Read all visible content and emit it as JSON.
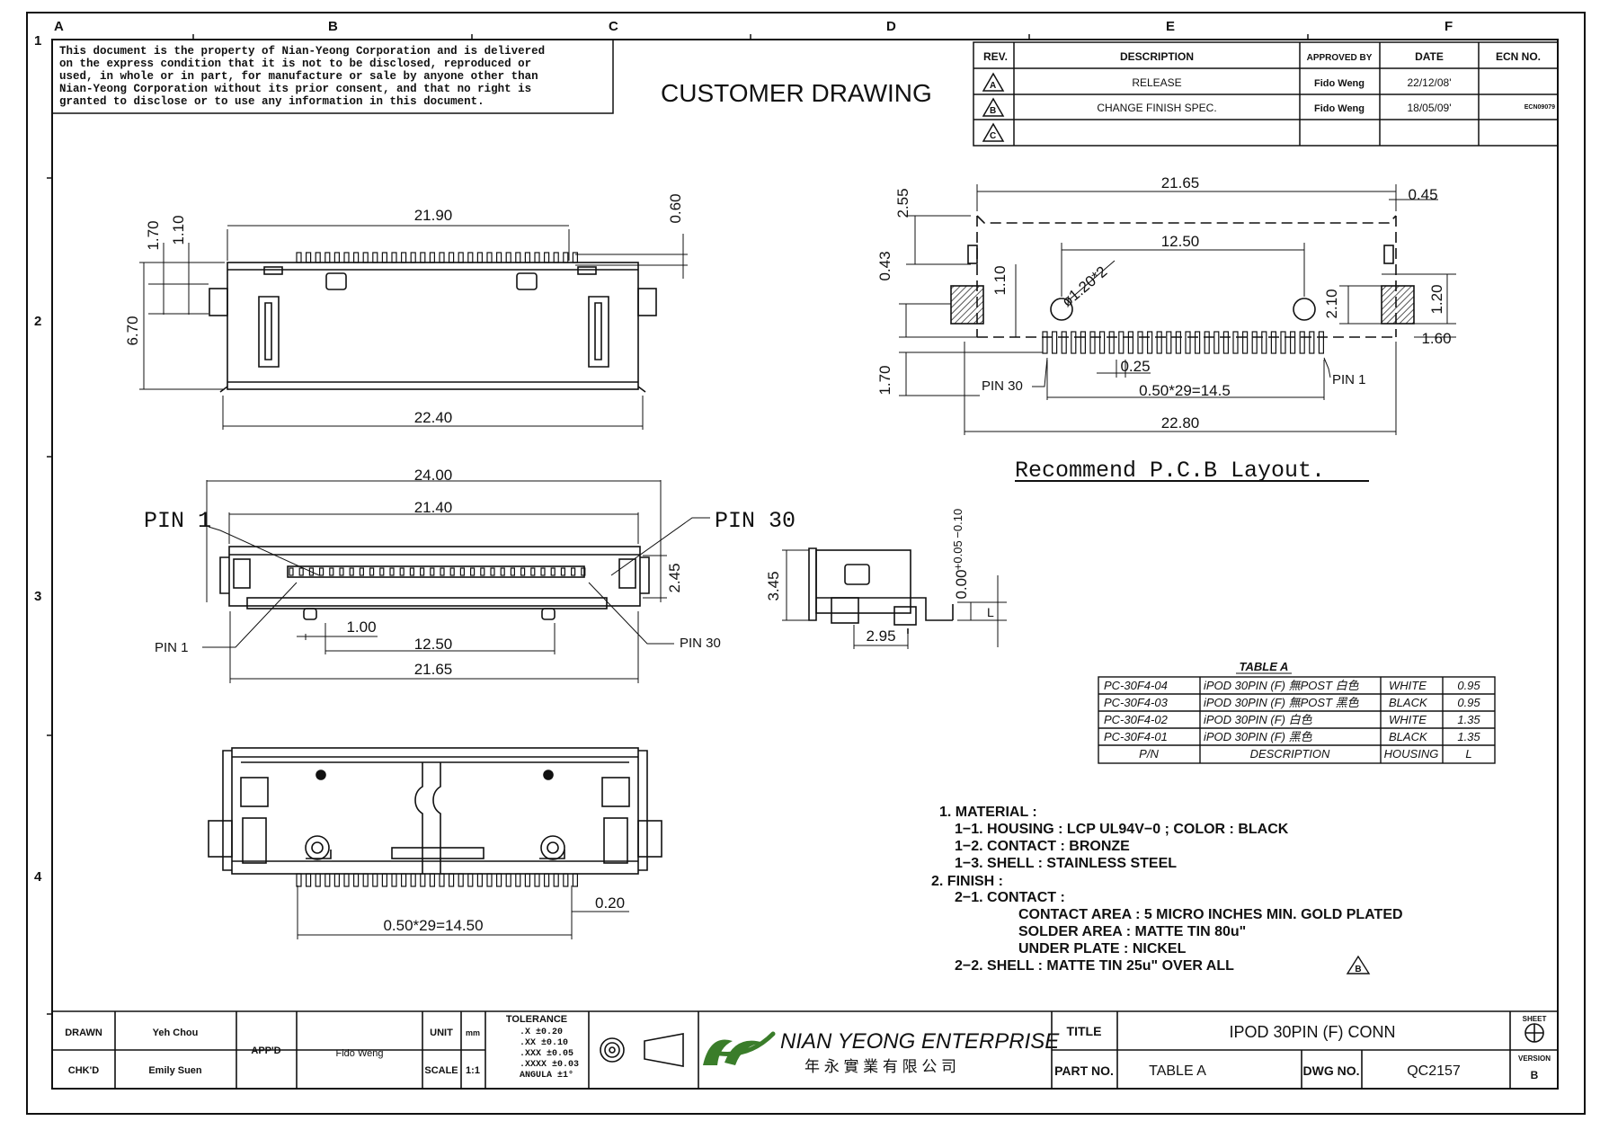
{
  "zone_letters": [
    "A",
    "B",
    "C",
    "D",
    "E",
    "F"
  ],
  "zone_numbers": [
    "1",
    "2",
    "3",
    "4"
  ],
  "notice": [
    "This document is the property of Nian-Yeong Corporation and is delivered",
    "on  the  express condition that it is not to be disclosed, reproduced or",
    "used, in whole or in part, for manufacture or sale by anyone other than",
    "Nian-Yeong Corporation without  its prior consent, and that  no right  is",
    "granted to disclose or to use any information in this  document."
  ],
  "heading": "CUSTOMER  DRAWING",
  "revisions": {
    "headers": [
      "REV.",
      "DESCRIPTION",
      "APPROVED BY",
      "DATE",
      "ECN NO."
    ],
    "rows": [
      {
        "rev": "A",
        "description": "RELEASE",
        "approved": "Fido Weng",
        "date": "22/12/08'",
        "ecn": ""
      },
      {
        "rev": "B",
        "description": "CHANGE FINISH SPEC.",
        "approved": "Fido Weng",
        "date": "18/05/09'",
        "ecn": "ECN09079"
      },
      {
        "rev": "C",
        "description": "",
        "approved": "",
        "date": "",
        "ecn": ""
      }
    ]
  },
  "dims": {
    "top": {
      "d1": "21.90",
      "d2": "0.60",
      "d3": "1.70",
      "d4": "1.10",
      "d5": "6.70",
      "d6": "22.40"
    },
    "front": {
      "d1": "24.00",
      "d2": "21.40",
      "d3": "2.45",
      "d4": "1.00",
      "d5": "12.50",
      "d6": "21.65",
      "pin1": "PIN 1",
      "pin30": "PIN 30",
      "pin1_small": "PIN 1",
      "pin30_small": "PIN 30"
    },
    "side": {
      "d1": "3.45",
      "d2": "0.00",
      "d2_tol": "+0.05 −0.10",
      "d3": "2.95",
      "l": "L"
    },
    "bottom": {
      "d1": "0.50*29=14.50",
      "d2": "0.20"
    },
    "pcb": {
      "d1": "21.65",
      "d2": "0.45",
      "d3": "2.55",
      "d4": "12.50",
      "d5": "0.43",
      "d6": "1.10",
      "d7": "ø1.20*2",
      "d8": "2.10",
      "d9": "1.20",
      "d10": "1.60",
      "d11": "1.70",
      "d12": "0.25",
      "d13": "0.50*29=14.5",
      "d14": "22.80",
      "pin30": "PIN 30",
      "pin1": "PIN 1"
    }
  },
  "pcb_title": "Recommend  P.C.B  Layout.",
  "table_a": {
    "title": "TABLE  A",
    "rows": [
      [
        "PC-30F4-04",
        "iPOD  30PIN  (F)  無POST  白色",
        "WHITE",
        "0.95"
      ],
      [
        "PC-30F4-03",
        "iPOD  30PIN  (F)  無POST  黑色",
        "BLACK",
        "0.95"
      ],
      [
        "PC-30F4-02",
        "iPOD  30PIN  (F)  白色",
        "WHITE",
        "1.35"
      ],
      [
        "PC-30F4-01",
        "iPOD  30PIN  (F)  黑色",
        "BLACK",
        "1.35"
      ]
    ],
    "headers": [
      "P/N",
      "DESCRIPTION",
      "HOUSING",
      "L"
    ]
  },
  "notes": [
    "1.  MATERIAL  :",
    "1−1.  HOUSING  :  LCP  UL94V−0  ;  COLOR  :  BLACK",
    "1−2.  CONTACT  :  BRONZE",
    "1−3.  SHELL  :  STAINLESS  STEEL",
    "2.  FINISH  :",
    "2−1.  CONTACT  :",
    "CONTACT  AREA  :  5  MICRO  INCHES  MIN.  GOLD  PLATED",
    "SOLDER  AREA  :  MATTE  TIN  80u\"",
    "UNDER  PLATE  :  NICKEL",
    "2−2.  SHELL  :  MATTE  TIN  25u\"  OVER  ALL"
  ],
  "title_block": {
    "drawn_label": "DRAWN",
    "drawn": "Yeh Chou",
    "chkd_label": "CHK'D",
    "chkd": "Emily Suen",
    "appd_label": "APP'D",
    "appd": "Fido Weng",
    "unit_label": "UNIT",
    "unit": "mm",
    "scale_label": "SCALE",
    "scale": "1:1",
    "tol_title": "TOLERANCE",
    "tol": [
      ".X      ±0.20",
      ".XX     ±0.10",
      ".XXX    ±0.05",
      ".XXXX   ±0.03",
      "ANGULA    ±1°"
    ],
    "company": "NIAN YEONG ENTERPRISE",
    "company_cn": "年 永 實 業 有 限 公 司",
    "title_label": "TITLE",
    "title": "IPOD  30PIN  (F)  CONN",
    "part_label": "PART NO.",
    "part": "TABLE  A",
    "dwg_label": "DWG NO.",
    "dwg": "QC2157",
    "sheet_label": "SHEET",
    "version_label": "VERSION",
    "version": "B"
  },
  "colors": {
    "line": "#111111",
    "logo_green": "#3a7d2a"
  }
}
